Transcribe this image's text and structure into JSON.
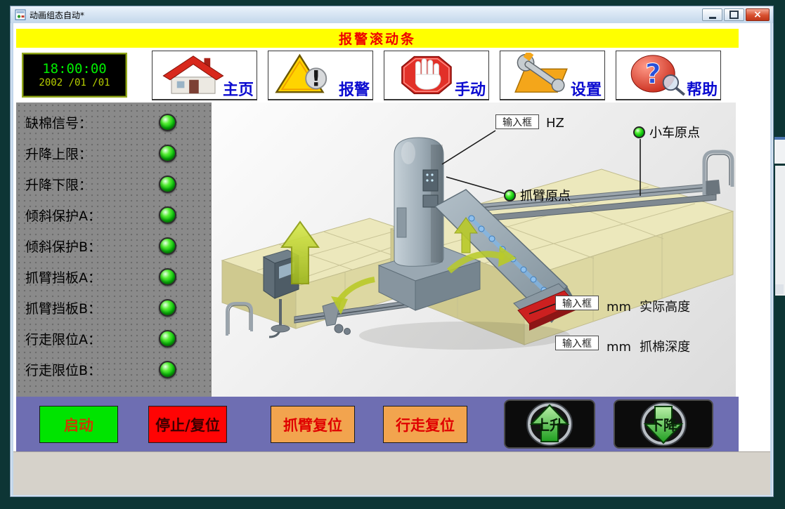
{
  "window": {
    "title": "动画组态自动*",
    "close_glyph": "×"
  },
  "banner": {
    "text": "报警滚动条"
  },
  "toolbar": {
    "clock": {
      "time": "18:00:00",
      "date": "2002 /01 /01"
    },
    "buttons": [
      {
        "label": "主页",
        "icon": "home-icon"
      },
      {
        "label": "报警",
        "icon": "alarm-icon"
      },
      {
        "label": "手动",
        "icon": "manual-hand-icon"
      },
      {
        "label": "设置",
        "icon": "settings-wrench-icon"
      },
      {
        "label": "帮助",
        "icon": "help-question-icon"
      }
    ]
  },
  "status_panel": {
    "items": [
      {
        "label": "缺棉信号：",
        "state": "on"
      },
      {
        "label": "升降上限：",
        "state": "on"
      },
      {
        "label": "升降下限：",
        "state": "on"
      },
      {
        "label": "倾斜保护A：",
        "state": "on"
      },
      {
        "label": "倾斜保护B：",
        "state": "on"
      },
      {
        "label": "抓臂挡板A：",
        "state": "on"
      },
      {
        "label": "抓臂挡板B：",
        "state": "on"
      },
      {
        "label": "行走限位A：",
        "state": "on"
      },
      {
        "label": "行走限位B：",
        "state": "on"
      }
    ]
  },
  "diagram": {
    "freq_input": {
      "value": "输入框",
      "unit": "HZ"
    },
    "height_input": {
      "value": "输入框",
      "unit": "mm",
      "desc": "实际高度"
    },
    "depth_input": {
      "value": "输入框",
      "unit": "mm",
      "desc": "抓棉深度"
    },
    "cart_origin": {
      "label": "小车原点",
      "state": "on"
    },
    "arm_origin": {
      "label": "抓臂原点",
      "state": "on"
    }
  },
  "bottom_bar": {
    "start": "启动",
    "stop_reset": "停止/复位",
    "arm_reset": "抓臂复位",
    "travel_reset": "行走复位",
    "up": "上升",
    "down": "下降"
  },
  "colors": {
    "desktop_bg": "#0d3535",
    "banner_bg": "#ffff00",
    "banner_text": "#ee0000",
    "toolbar_label": "#0b0bd0",
    "clock_time": "#00ee00",
    "clock_date": "#b6cf00",
    "led_on": "#0cc00c",
    "panel_bg": "#8a8a8a",
    "bottom_bar_bg": "#6e6eb2",
    "start_bg": "#00e400",
    "stop_bg": "#ff0404",
    "reset_bg": "#f2a44e",
    "updown_arrow": "#2fb52f"
  }
}
